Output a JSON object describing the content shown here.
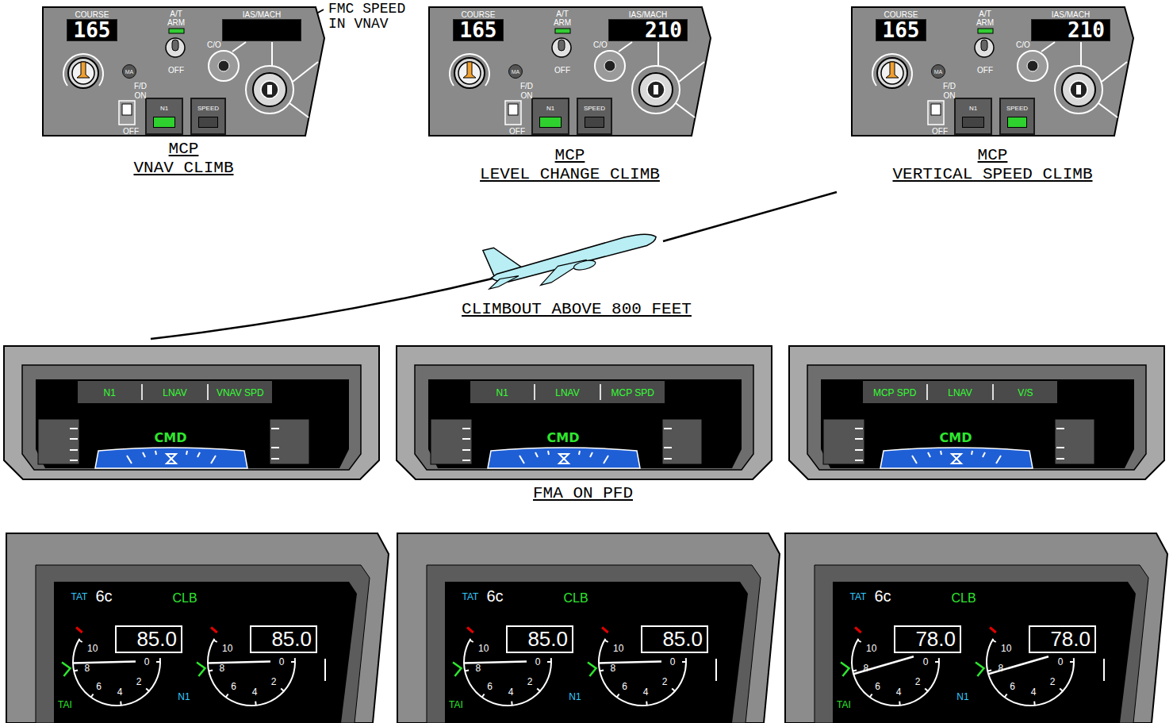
{
  "diagram": {
    "nodes": [
      {
        "text": [
          "MCP",
          "VNAV CLIMB"
        ]
      },
      {
        "text": [
          "COURSE",
          "165"
        ],
        "in": 0
      },
      {
        "text": [
          "MA"
        ],
        "in": 0
      },
      {
        "text": [
          "IAS/MACH"
        ],
        "in": 0
      },
      {
        "text": [
          "N1"
        ],
        "in": 0
      },
      {
        "text": [
          "SPEED"
        ],
        "in": 0
      },
      {
        "text": [
          "MCP",
          "LEVEL CHANGE CLIMB"
        ]
      },
      {
        "text": [
          "COURSE",
          "165"
        ],
        "in": 6
      },
      {
        "text": [
          "MA"
        ],
        "in": 6
      },
      {
        "text": [
          "IAS/MACH",
          "210"
        ],
        "in": 6
      },
      {
        "text": [
          "N1"
        ],
        "in": 6
      },
      {
        "text": [
          "SPEED"
        ],
        "in": 6
      },
      {
        "text": [
          "MCP",
          "VERTICAL SPEED CLIMB"
        ]
      },
      {
        "text": [
          "COURSE",
          "165"
        ],
        "in": 12
      },
      {
        "text": [
          "MA"
        ],
        "in": 12
      },
      {
        "text": [
          "IAS/MACH",
          "210"
        ],
        "in": 12
      },
      {
        "text": [
          "N1"
        ],
        "in": 12
      },
      {
        "text": [
          "SPEED"
        ],
        "in": 12
      },
      {
        "text": [
          "N1",
          "LNAV",
          "VNAV SPD"
        ]
      },
      {
        "text": [
          "N1",
          "LNAV",
          "MCP SPD"
        ]
      },
      {
        "text": [
          "MCP SPD",
          "LNAV",
          "V/S"
        ]
      },
      {
        "text": [
          "85.0"
        ]
      },
      {
        "text": [
          "85.0"
        ]
      },
      {
        "text": [
          "85.0"
        ]
      },
      {
        "text": [
          "85.0"
        ]
      },
      {
        "text": [
          "78.0"
        ]
      },
      {
        "text": [
          "78.0"
        ]
      }
    ],
    "labels": [
      "FMC SPEED IN VNAV",
      "A/T",
      "ARM",
      "OFF",
      "C/O",
      "F/D",
      "ON",
      "OFF",
      "A/T",
      "ARM",
      "OFF",
      "C/O",
      "F/D",
      "ON",
      "OFF",
      "A/T",
      "ARM",
      "OFF",
      "C/O",
      "F/D",
      "ON",
      "OFF",
      "CLIMBOUT ABOVE 800 FEET",
      "CMD",
      "CMD",
      "CMD",
      "FMA ON PFD",
      "TAT",
      "6c",
      "CLB",
      "10",
      "8",
      "6",
      "4",
      "2",
      "0",
      "10",
      "8",
      "6",
      "4",
      "2",
      "0",
      "TAI",
      "N1",
      "TAT",
      "6c",
      "CLB",
      "10",
      "8",
      "6",
      "4",
      "2",
      "0",
      "10",
      "8",
      "6",
      "4",
      "2",
      "0",
      "TAI",
      "N1",
      "TAT",
      "6c",
      "CLB",
      "10",
      "8",
      "6",
      "4",
      "2",
      "0",
      "10",
      "8",
      "6",
      "4",
      "2",
      "0",
      "TAI",
      "N1"
    ]
  }
}
